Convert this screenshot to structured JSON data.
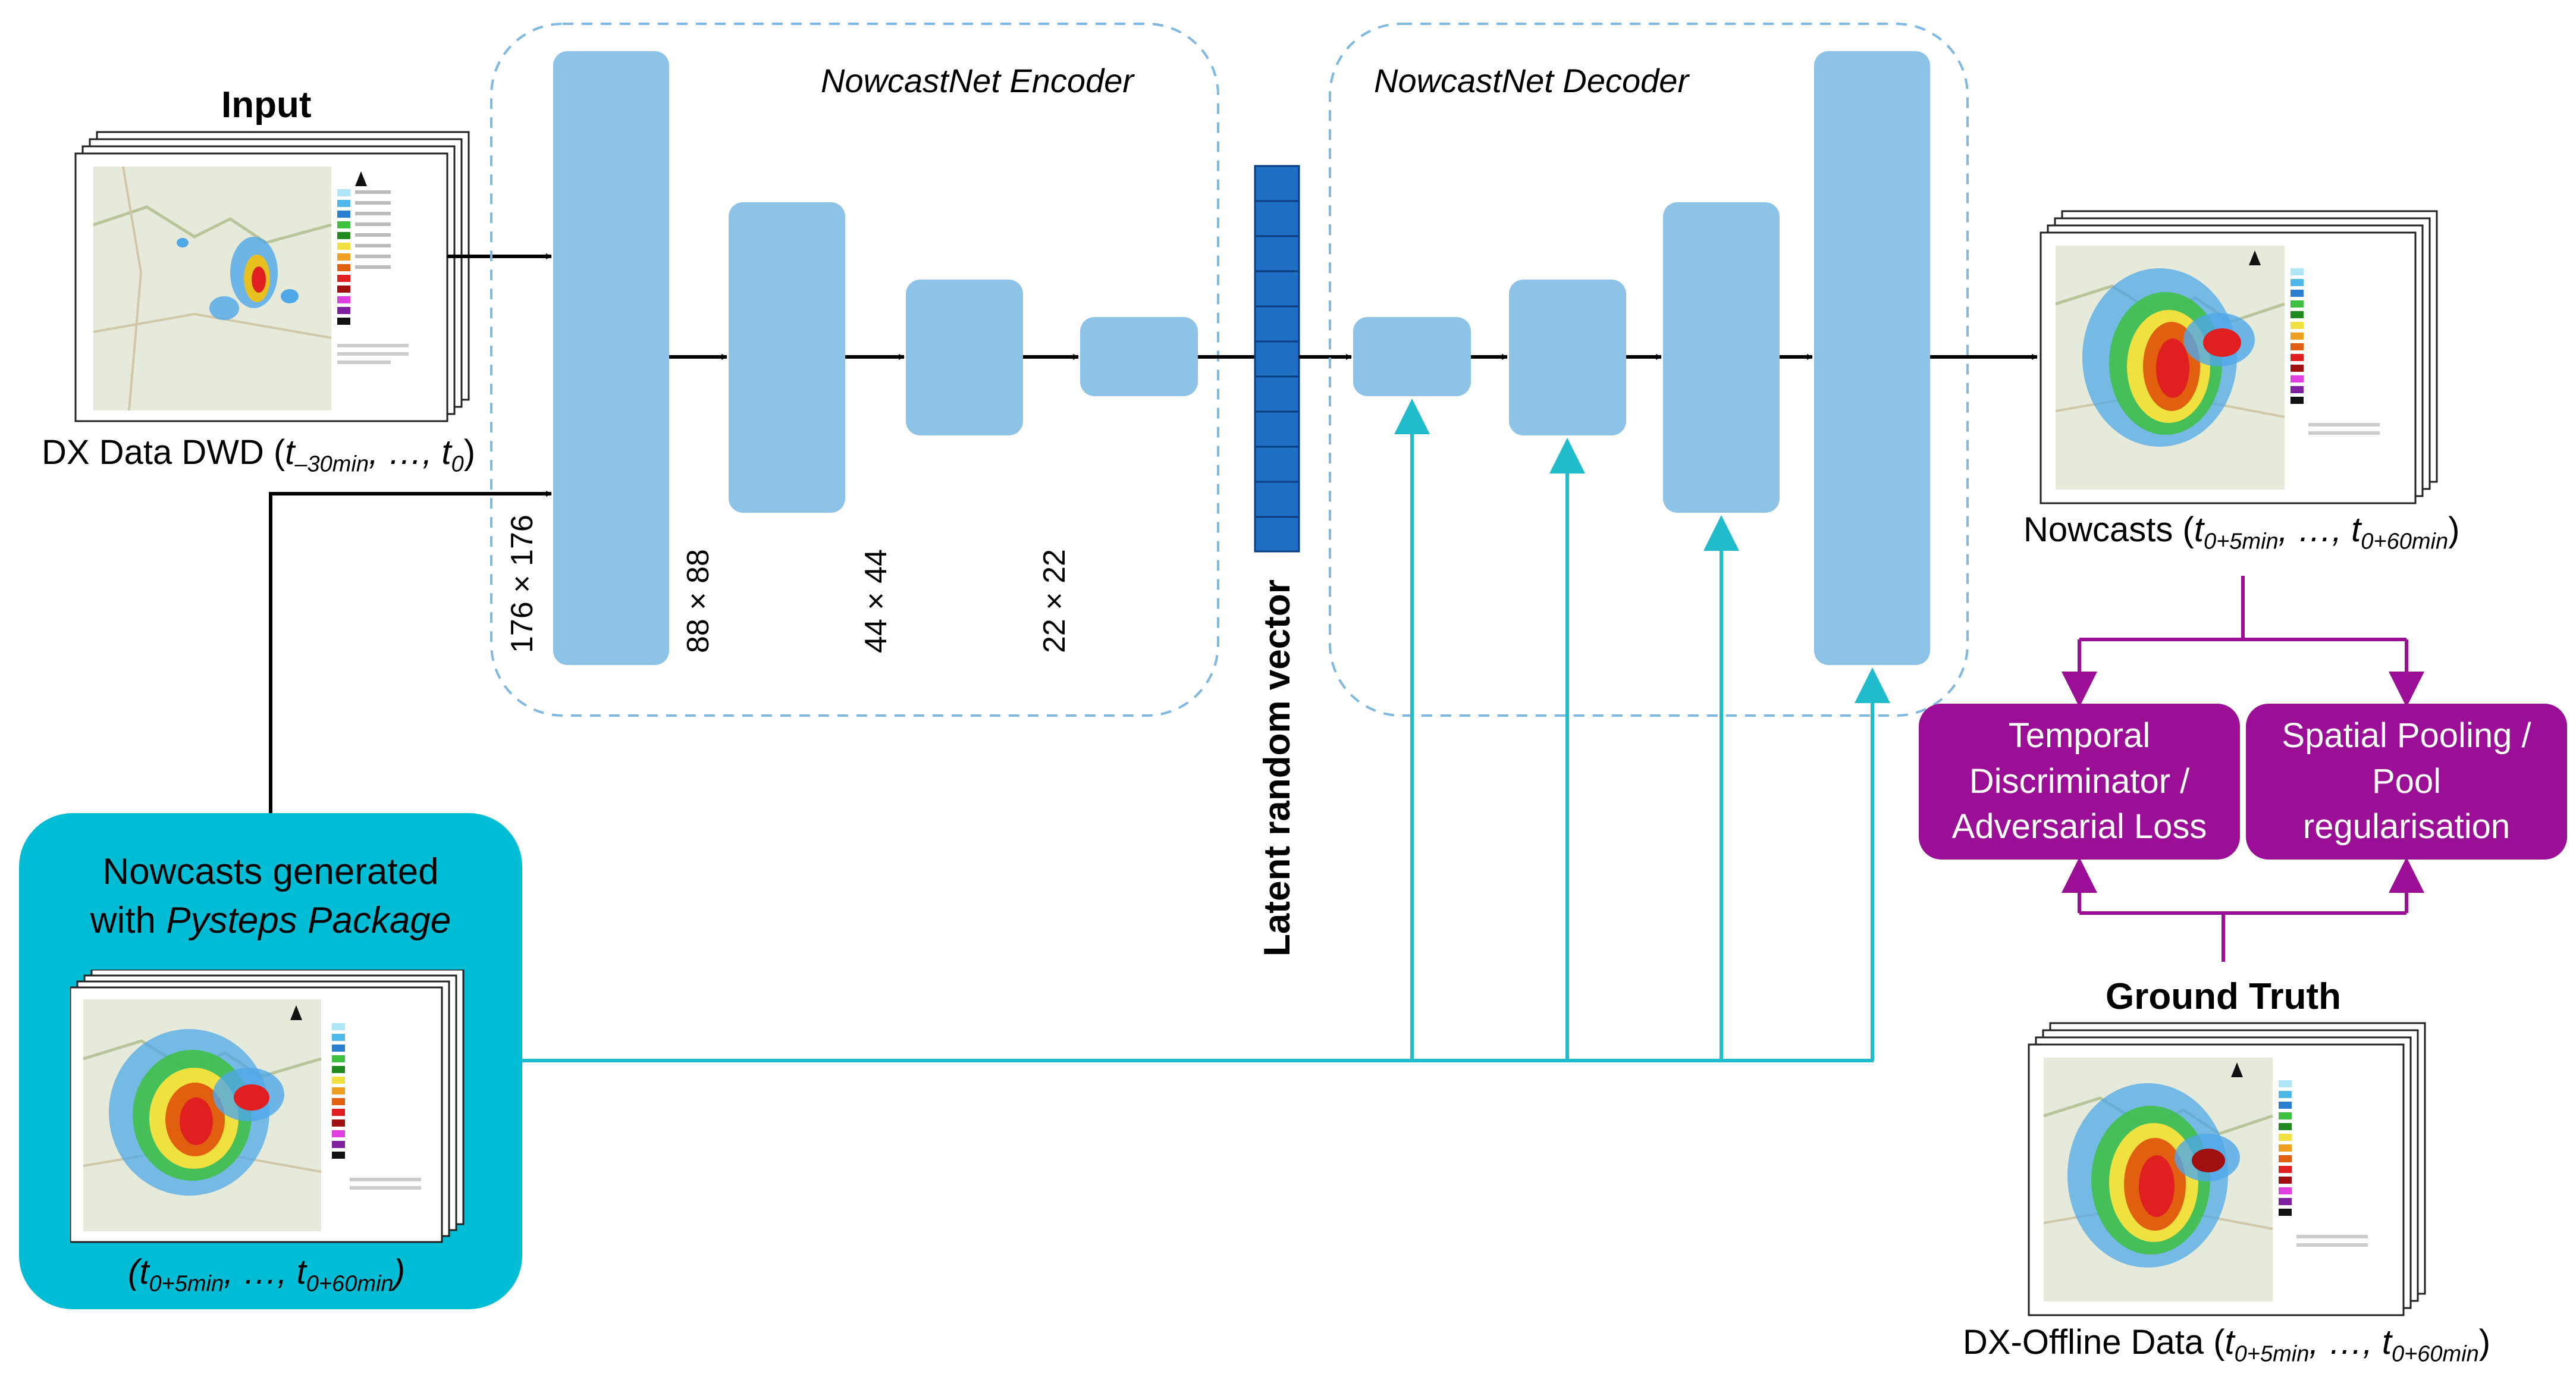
{
  "input": {
    "title": "Input",
    "caption_prefix": "DX Data DWD (",
    "caption_t": "t",
    "caption_sub1": "–30min",
    "caption_mid": ", …, ",
    "caption_t2": "t",
    "caption_sub2": "0",
    "caption_end": ")"
  },
  "encoder": {
    "title": "NowcastNet Encoder",
    "dims": [
      "176 × 176",
      "88 × 88",
      "44 × 44",
      "22 × 22"
    ]
  },
  "latent": {
    "label": "Latent random vector",
    "cells": 11
  },
  "decoder": {
    "title": "NowcastNet Decoder"
  },
  "output": {
    "caption_prefix": "Nowcasts (",
    "caption_sub1": "0+5min",
    "caption_mid": ", …, ",
    "caption_sub2": "0+60min",
    "caption_end": ")"
  },
  "losses": {
    "temporal": [
      "Temporal",
      "Discriminator /",
      "Adversarial Loss"
    ],
    "spatial": [
      "Spatial Pooling /",
      "Pool",
      "regularisation"
    ]
  },
  "ground_truth": {
    "title": "Ground Truth",
    "caption_prefix": "DX-Offline Data (",
    "caption_sub1": "0+5min",
    "caption_mid": ", …, ",
    "caption_sub2": "0+60min",
    "caption_end": ")"
  },
  "pysteps": {
    "line1": "Nowcasts generated",
    "line2_plain": "with ",
    "line2_italic": "Pysteps Package",
    "caption_sub1": "0+5min",
    "caption_mid": ", …, ",
    "caption_sub2": "0+60min"
  },
  "colors": {
    "block": "#8ec3e8",
    "latent": "#1f6fc4",
    "cyan_line": "#20bccc",
    "purple": "#9b0f96",
    "pysteps_bg": "#00bcd4",
    "dashed": "#7fb8e0"
  }
}
